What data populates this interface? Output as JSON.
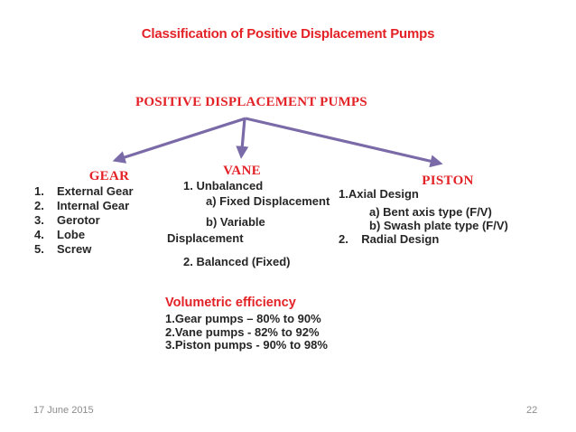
{
  "slide": {
    "title": "Classification of Positive Displacement Pumps",
    "root_node": "POSITIVE DISPLACEMENT PUMPS",
    "footer": {
      "date": "17 June 2015",
      "page_number": "22"
    },
    "colors": {
      "red": "#e32227",
      "purple": "#7a6aa8",
      "text": "#262626",
      "footer_gray": "#8c8c8c"
    }
  },
  "branches": {
    "gear": {
      "heading": "GEAR",
      "items": [
        {
          "num": "1.",
          "text": "External Gear"
        },
        {
          "num": "2.",
          "text": "Internal Gear"
        },
        {
          "num": "3.",
          "text": "Gerotor"
        },
        {
          "num": "4.",
          "text": "Lobe"
        },
        {
          "num": "5.",
          "text": "Screw"
        }
      ]
    },
    "vane": {
      "heading": "VANE",
      "lines": [
        "1. Unbalanced",
        "a) Fixed Displacement",
        "b) Variable",
        "Displacement",
        "2. Balanced (Fixed)"
      ]
    },
    "piston": {
      "heading": "PISTON",
      "lines": [
        "1.Axial Design",
        "a) Bent axis type (F/V)",
        "b) Swash plate type (F/V)",
        "2.    Radial Design"
      ]
    }
  },
  "efficiency": {
    "heading": "Volumetric efficiency",
    "lines": [
      "1.Gear pumps – 80% to 90%",
      "2.Vane pumps - 82% to 92%",
      "3.Piston pumps - 90% to 98%"
    ]
  }
}
